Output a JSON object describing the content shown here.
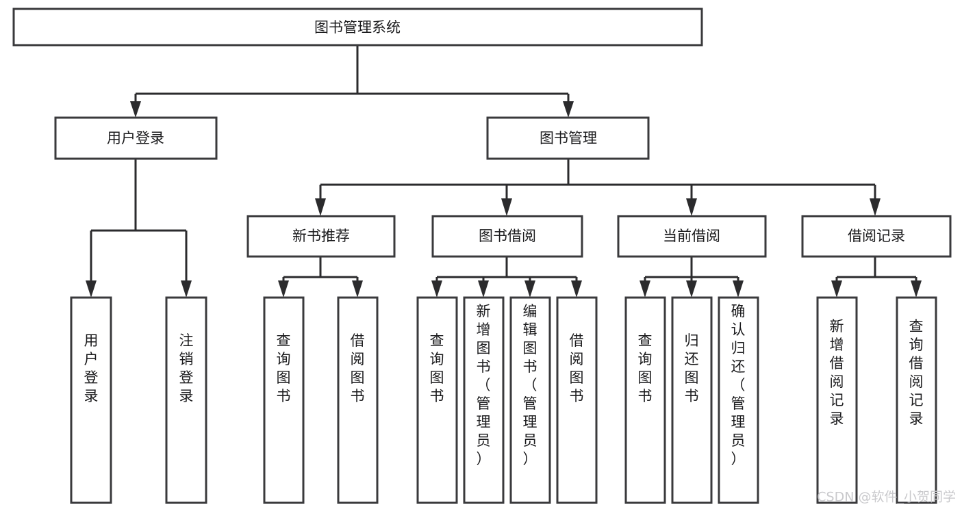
{
  "diagram": {
    "title": "图书管理系统",
    "type": "tree",
    "background_color": "#ffffff",
    "line_color": "#2b2b2d",
    "box_stroke_color": "#3a3a3c",
    "box_fill_color": "#ffffff",
    "text_color": "#1b1b1d"
  },
  "nodes": {
    "root": {
      "label": "图书管理系统",
      "orientation": "horizontal"
    },
    "level2": [
      {
        "id": "user-login",
        "label": "用户登录",
        "orientation": "horizontal"
      },
      {
        "id": "book-manage",
        "label": "图书管理",
        "orientation": "horizontal"
      }
    ],
    "level3": [
      {
        "id": "new-book-recommend",
        "label": "新书推荐",
        "orientation": "horizontal"
      },
      {
        "id": "book-borrow",
        "label": "图书借阅",
        "orientation": "horizontal"
      },
      {
        "id": "current-borrow",
        "label": "当前借阅",
        "orientation": "horizontal"
      },
      {
        "id": "borrow-record",
        "label": "借阅记录",
        "orientation": "horizontal"
      }
    ],
    "leaves": [
      {
        "id": "leaf-user-login",
        "label": "用户登录",
        "orientation": "vertical",
        "parent": "user-login"
      },
      {
        "id": "leaf-logout-login",
        "label": "注销登录",
        "orientation": "vertical",
        "parent": "user-login"
      },
      {
        "id": "leaf-query-book-1",
        "label": "查询图书",
        "orientation": "vertical",
        "parent": "new-book-recommend"
      },
      {
        "id": "leaf-borrow-book-1",
        "label": "借阅图书",
        "orientation": "vertical",
        "parent": "new-book-recommend"
      },
      {
        "id": "leaf-query-book-2",
        "label": "查询图书",
        "orientation": "vertical",
        "parent": "book-borrow"
      },
      {
        "id": "leaf-add-book",
        "label": "新增图书（管理员）",
        "orientation": "vertical",
        "parent": "book-borrow"
      },
      {
        "id": "leaf-edit-book",
        "label": "编辑图书（管理员）",
        "orientation": "vertical",
        "parent": "book-borrow"
      },
      {
        "id": "leaf-borrow-book-2",
        "label": "借阅图书",
        "orientation": "vertical",
        "parent": "book-borrow"
      },
      {
        "id": "leaf-query-book-3",
        "label": "查询图书",
        "orientation": "vertical",
        "parent": "current-borrow"
      },
      {
        "id": "leaf-return-book",
        "label": "归还图书",
        "orientation": "vertical",
        "parent": "current-borrow"
      },
      {
        "id": "leaf-confirm-return",
        "label": "确认归还（管理员）",
        "orientation": "vertical",
        "parent": "current-borrow"
      },
      {
        "id": "leaf-add-record",
        "label": "新增借阅记录",
        "orientation": "vertical",
        "parent": "borrow-record"
      },
      {
        "id": "leaf-query-record",
        "label": "查询借阅记录",
        "orientation": "vertical",
        "parent": "borrow-record"
      }
    ]
  },
  "watermark": {
    "text": "CSDN @软件_小贺同学",
    "color": "#c9c9cc"
  }
}
